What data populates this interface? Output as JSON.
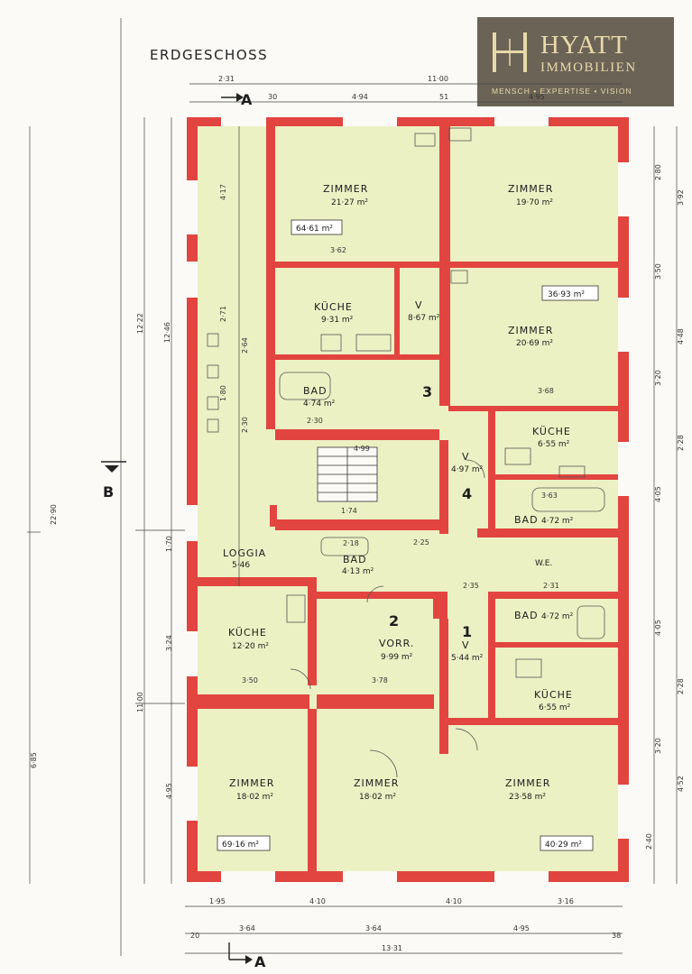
{
  "title": "ERDGESCHOSS",
  "logo": {
    "name": "HYATT",
    "sub": "IMMOBILIEN",
    "tagline": "MENSCH • EXPERTISE • VISION"
  },
  "section_markers": {
    "a_top": "A",
    "a_bottom": "A",
    "b": "B"
  },
  "rooms": {
    "z1": {
      "name": "ZIMMER",
      "area": "21·27 m²"
    },
    "z2": {
      "name": "ZIMMER",
      "area": "19·70 m²"
    },
    "k1": {
      "name": "KÜCHE",
      "area": "9·31 m²"
    },
    "v1": {
      "name": "V",
      "area": "8·67 m²"
    },
    "z3": {
      "name": "ZIMMER",
      "area": "20·69 m²"
    },
    "b1": {
      "name": "BAD",
      "area": "4·74 m²"
    },
    "k2": {
      "name": "KÜCHE",
      "area": "6·55 m²"
    },
    "v4": {
      "name": "V",
      "area": "4·97 m²"
    },
    "b2": {
      "name": "BAD",
      "area": "4·72 m²"
    },
    "loggia": {
      "name": "LOGGIA",
      "area": "5·46"
    },
    "b3": {
      "name": "BAD",
      "area": "4·13 m²"
    },
    "wc": {
      "name": "W.E."
    },
    "k3": {
      "name": "KÜCHE",
      "area": "12·20 m²"
    },
    "vorr": {
      "name": "VORR.",
      "area": "9·99 m²"
    },
    "v5": {
      "name": "V",
      "area": "5·44 m²"
    },
    "b4": {
      "name": "BAD",
      "area": "4·72 m²"
    },
    "k4": {
      "name": "KÜCHE",
      "area": "6·55 m²"
    },
    "z4": {
      "name": "ZIMMER",
      "area": "18·02 m²"
    },
    "z5": {
      "name": "ZIMMER",
      "area": "18·02 m²"
    },
    "z6": {
      "name": "ZIMMER",
      "area": "23·58 m²"
    }
  },
  "unit_numbers": {
    "u1": "1",
    "u2": "2",
    "u3": "3",
    "u4": "4"
  },
  "totals": {
    "t1": "64·61 m²",
    "t2": "36·93 m²",
    "t3": "69·16 m²",
    "t4": "40·29 m²"
  },
  "dimensions": {
    "top_total": "11·00",
    "top_a": "2·31",
    "top_b": "4·94",
    "top_c": "4·95",
    "top_d": "30",
    "top_e": "51",
    "bottom_a": "1·95",
    "bottom_b": "4·10",
    "bottom_c": "4·10",
    "bottom_d": "3·16",
    "bottom_e": "3·64",
    "bottom_f": "3·64",
    "bottom_g": "4·95",
    "bottom_total": "13·31",
    "bottom_h": "20",
    "bottom_i": "38",
    "left_a": "12·22",
    "left_b": "12·46",
    "left_c": "11·00",
    "left_d": "22·90",
    "left_e": "6·85",
    "left_f": "4·17",
    "left_g": "2·71",
    "left_h": "2·64",
    "left_i": "1·80",
    "left_j": "2·30",
    "left_k": "1·70",
    "left_l": "3·24",
    "left_m": "4·95",
    "right_a": "2·80",
    "right_b": "3·92",
    "right_c": "3·50",
    "right_d": "4·48",
    "right_e": "3·20",
    "right_f": "2·28",
    "right_g": "4·05",
    "right_h": "4·05",
    "right_i": "2·28",
    "right_j": "3·20",
    "right_k": "4·52",
    "right_l": "2·40",
    "in_a": "3·62",
    "in_b": "3·68",
    "in_c": "3·63",
    "in_d": "3·50",
    "in_e": "3·78",
    "in_f": "2·30",
    "in_g": "2·25",
    "in_h": "2·35",
    "in_i": "2·31",
    "in_j": "4·99",
    "in_k": "1·74",
    "in_l": "2·18"
  },
  "colors": {
    "wall": "#e2453f",
    "floor": "#ecf1c4",
    "paper": "#fbfaf6",
    "logo_bg": "#6b6356",
    "logo_text": "#e9d9a8"
  }
}
